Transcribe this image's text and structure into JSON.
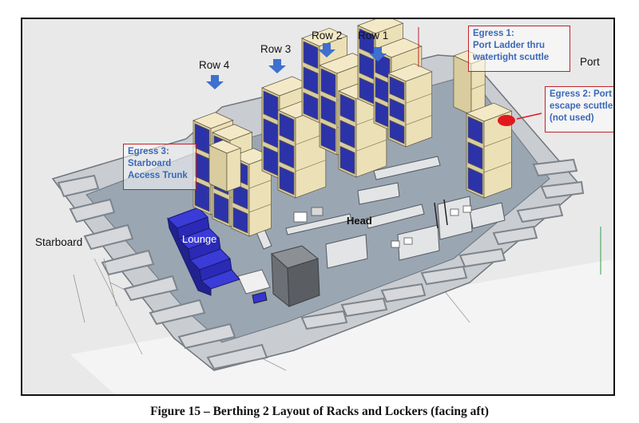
{
  "labels": {
    "rows": [
      "Row 4",
      "Row 3",
      "Row 2",
      "Row 1"
    ],
    "port": "Port",
    "starboard": "Starboard",
    "head": "Head",
    "lounge": "Lounge"
  },
  "egress": {
    "e1": [
      "Egress 1:",
      "Port Ladder thru",
      "watertight scuttle"
    ],
    "e2": [
      "Egress 2: Port",
      "escape scuttle",
      "(not used)"
    ],
    "e3": [
      "Egress 3:",
      "Starboard",
      "Access Trunk"
    ]
  },
  "caption": "Figure 15 – Berthing 2 Layout of Racks and Lockers (facing aft)",
  "colors": {
    "floor": "#9aa6b2",
    "rack": "#ece0b6",
    "bunk": "#2c33a8",
    "arrow": "#3f6fcf",
    "egress_border": "#c0232a",
    "egress_text": "#3a68b8",
    "lounge": "#3535d0",
    "marker": "#e0191e"
  }
}
